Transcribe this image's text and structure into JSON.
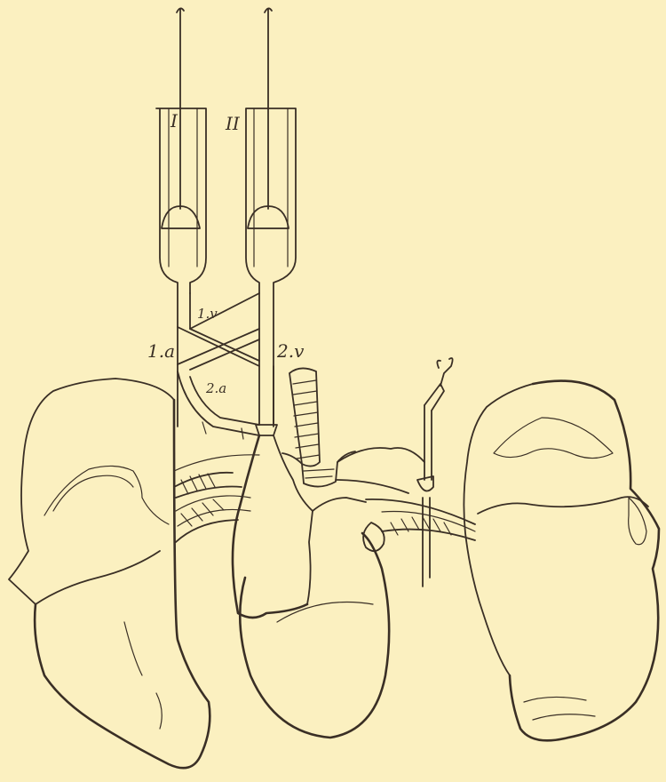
{
  "labels": {
    "syringe_1": "I",
    "syringe_2": "II",
    "tube_1a": "1.a",
    "tube_1v": "1.v",
    "tube_2a": "2.a",
    "tube_2v": "2.v"
  },
  "colors": {
    "paper": "#fbf0c0",
    "ink": "#3a2f25"
  }
}
